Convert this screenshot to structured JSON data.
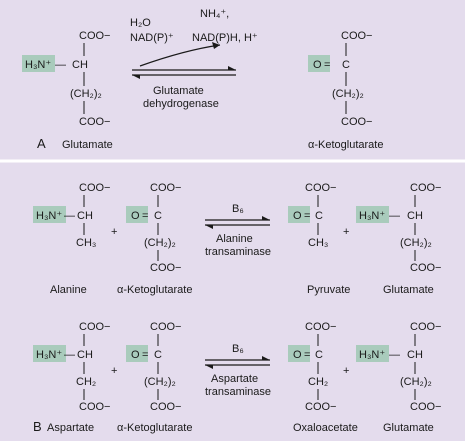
{
  "panels": {
    "a": "A",
    "b": "B"
  },
  "groups": {
    "coo": "COO−",
    "amine": "H₃N⁺",
    "ch": "CH",
    "c": "C",
    "o": "O",
    "ch2x2": "(CH₂)₂",
    "ch3": "CH₃",
    "ch2": "CH₂",
    "plus": "+",
    "dash": "—",
    "dbl": "="
  },
  "reaction1": {
    "h2o": "H₂O",
    "nadp": "NAD(P)⁺",
    "nh4": "NH₄⁺,",
    "nadph": "NAD(P)H, H⁺",
    "enzyme_line1": "Glutamate",
    "enzyme_line2": "dehydrogenase",
    "substrate": "Glutamate",
    "product": "α-Ketoglutarate"
  },
  "reaction2": {
    "cofactor": "B₆",
    "enzyme_line1": "Alanine",
    "enzyme_line2": "transaminase",
    "s1": "Alanine",
    "s2": "α-Ketoglutarate",
    "p1": "Pyruvate",
    "p2": "Glutamate"
  },
  "reaction3": {
    "cofactor": "B₆",
    "enzyme_line1": "Aspartate",
    "enzyme_line2": "transaminase",
    "s1": "Aspartate",
    "s2": "α-Ketoglutarate",
    "p1": "Oxaloacetate",
    "p2": "Glutamate"
  }
}
